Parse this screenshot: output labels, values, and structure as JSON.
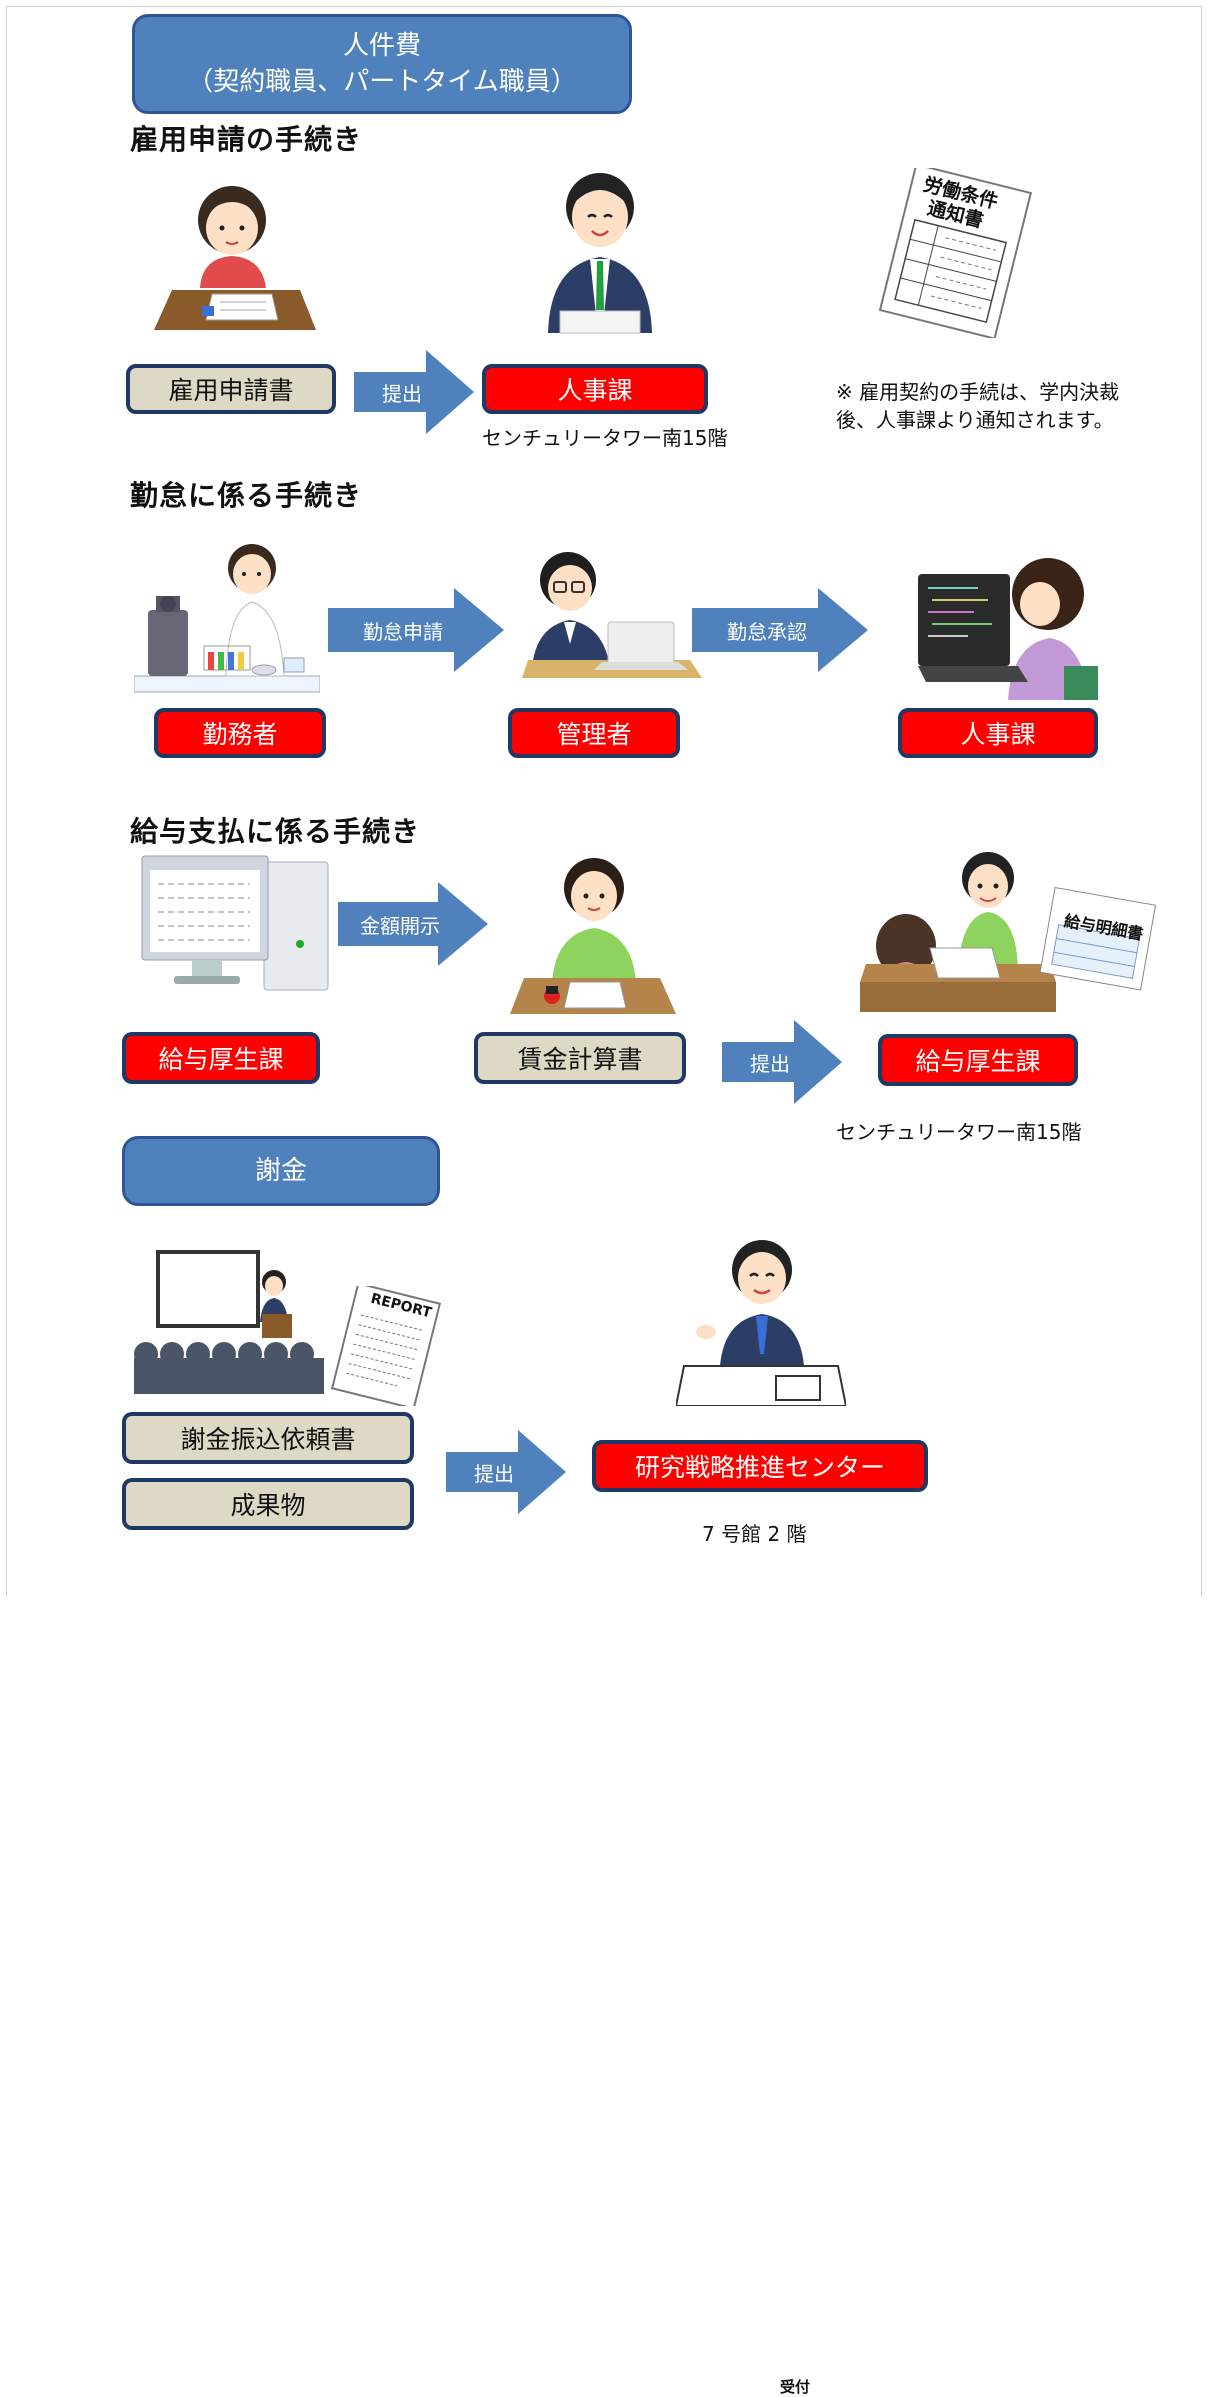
{
  "title": {
    "line1": "人件費",
    "line2": "（契約職員、パートタイム職員）"
  },
  "sections": {
    "employment": {
      "heading": "雇用申請の手続き",
      "form_label": "雇用申請書",
      "arrow_label": "提出",
      "dest_label": "人事課",
      "dest_location": "センチュリータワー南15階",
      "note_line1": "※ 雇用契約の手続は、学内決裁",
      "note_line2": "後、人事課より通知されます。",
      "document_title_line1": "労働条件",
      "document_title_line2": "通知書"
    },
    "attendance": {
      "heading": "勤怠に係る手続き",
      "worker_label": "勤務者",
      "arrow1_label": "勤怠申請",
      "manager_label": "管理者",
      "arrow2_label": "勤怠承認",
      "hr_label": "人事課"
    },
    "payroll": {
      "heading": "給与支払に係る手続き",
      "source_label": "給与厚生課",
      "arrow1_label": "金額開示",
      "calc_label": "賃金計算書",
      "arrow2_label": "提出",
      "dest_label": "給与厚生課",
      "dest_location": "センチュリータワー南15階",
      "payslip_text": "給与明細書"
    },
    "honorarium": {
      "heading_box": "謝金",
      "form1_label": "謝金振込依頼書",
      "form2_label": "成果物",
      "arrow_label": "提出",
      "dest_label": "研究戦略推進センター",
      "dest_location": "7 号館  2 階",
      "report_text": "REPORT",
      "desk_sign": "受付"
    }
  },
  "colors": {
    "blue_box": "#4f81bd",
    "red_box": "#ff0000",
    "beige_box": "#ddd9c4",
    "border": "#1f3864"
  }
}
